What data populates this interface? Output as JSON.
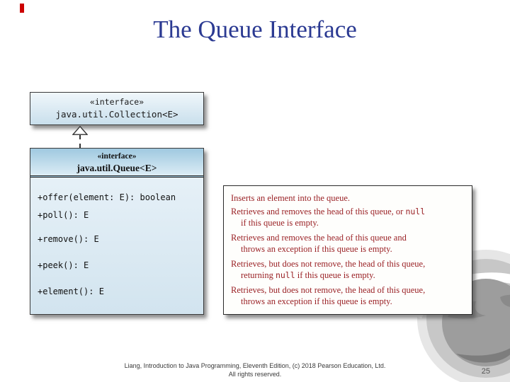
{
  "slide": {
    "title": "The Queue Interface",
    "page_number": "25",
    "footer": {
      "line1": "Liang, Introduction to Java Programming, Eleventh Edition, (c) 2018 Pearson Education, Ltd.",
      "line2": "All rights reserved."
    }
  },
  "colors": {
    "title_blue": "#2b3a92",
    "description_red": "#9a2125",
    "accent_red": "#cc0000",
    "uml_box_blue": "#d2e4ef"
  },
  "uml": {
    "collection_box": {
      "stereotype": "«interface»",
      "name": "java.util.Collection<E>"
    },
    "queue_box": {
      "stereotype": "«interface»",
      "name": "java.util.Queue<E>",
      "methods": [
        "+offer(element: E): boolean",
        "+poll(): E",
        "+remove(): E",
        "+peek(): E",
        "+element(): E"
      ]
    }
  },
  "descriptions": [
    {
      "lines": [
        [
          {
            "t": "Inserts an element into the queue."
          }
        ]
      ]
    },
    {
      "lines": [
        [
          {
            "t": "Retrieves and removes the head of this queue, or "
          },
          {
            "t": "null",
            "mono": true
          }
        ],
        [
          {
            "t": "if this queue is empty."
          }
        ]
      ]
    },
    {
      "lines": [
        [
          {
            "t": "Retrieves and removes the head of this queue and"
          }
        ],
        [
          {
            "t": "throws an exception if this queue is empty."
          }
        ]
      ]
    },
    {
      "lines": [
        [
          {
            "t": "Retrieves, but does not remove, the head of this queue,"
          }
        ],
        [
          {
            "t": "returning "
          },
          {
            "t": "null",
            "mono": true
          },
          {
            "t": " if this queue is empty."
          }
        ]
      ]
    },
    {
      "lines": [
        [
          {
            "t": "Retrieves, but does not remove, the head of this queue,"
          }
        ],
        [
          {
            "t": "throws an exception if this queue is empty."
          }
        ]
      ]
    }
  ]
}
